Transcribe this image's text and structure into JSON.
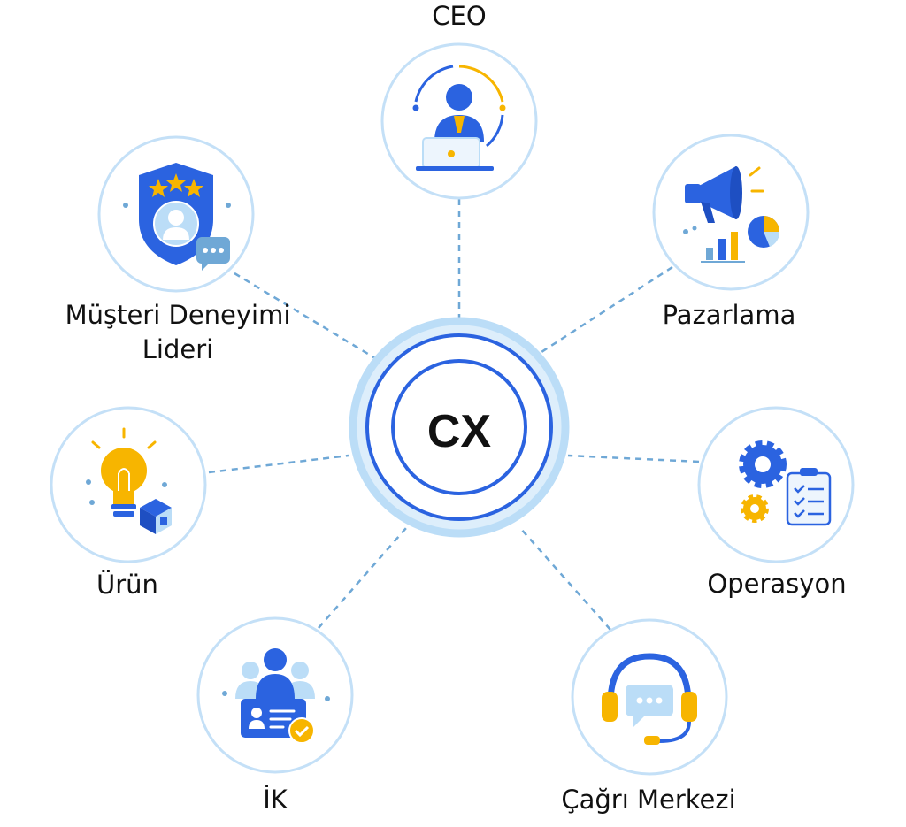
{
  "center": {
    "label": "CX"
  },
  "nodes": [
    {
      "id": "ceo",
      "label_lines": [
        "CEO"
      ],
      "icon": "executive-at-laptop-icon"
    },
    {
      "id": "pazarlama",
      "label_lines": [
        "Pazarlama"
      ],
      "icon": "megaphone-chart-icon"
    },
    {
      "id": "operasyon",
      "label_lines": [
        "Operasyon"
      ],
      "icon": "gears-checklist-icon"
    },
    {
      "id": "cagri-merkezi",
      "label_lines": [
        "Çağrı Merkezi"
      ],
      "icon": "headset-chat-icon"
    },
    {
      "id": "ik",
      "label_lines": [
        "İK"
      ],
      "icon": "team-id-card-icon"
    },
    {
      "id": "urun",
      "label_lines": [
        "Ürün"
      ],
      "icon": "lightbulb-box-icon"
    },
    {
      "id": "musteri-deneyimi-lideri",
      "label_lines": [
        "Müşteri Deneyimi",
        "Lideri"
      ],
      "icon": "shield-user-stars-icon"
    }
  ],
  "colors": {
    "primary_blue": "#2B63E0",
    "light_blue": "#BBDDF7",
    "ring_blue": "#A9D2F4",
    "node_ring": "#C4E0F7",
    "connector": "#6FA8D6",
    "accent_yellow": "#F7B500",
    "text": "#111111"
  }
}
